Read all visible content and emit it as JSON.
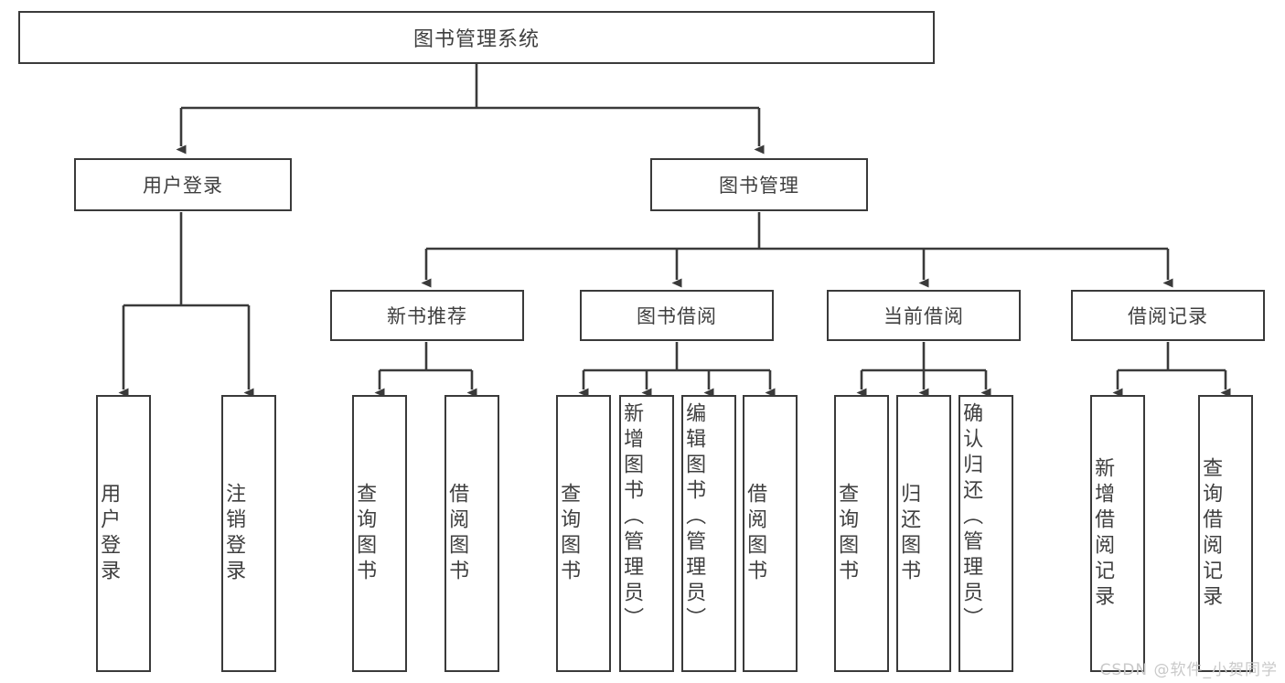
{
  "diagram": {
    "title": "图书管理系统",
    "type": "tree",
    "stroke_color": "#3a3a3a",
    "text_color": "#3f3f3f",
    "background": "#ffffff"
  },
  "nodes": {
    "root": {
      "label": "图书管理系统"
    },
    "level1": [
      {
        "id": "user-login",
        "label": "用户登录"
      },
      {
        "id": "book-manage",
        "label": "图书管理"
      }
    ],
    "level2": [
      {
        "id": "new-book-rec",
        "label": "新书推荐"
      },
      {
        "id": "book-borrow",
        "label": "图书借阅"
      },
      {
        "id": "current-borrow",
        "label": "当前借阅"
      },
      {
        "id": "borrow-record",
        "label": "借阅记录"
      }
    ],
    "leaves": {
      "user_login": [
        {
          "id": "leaf-user-login",
          "label": "用户登录"
        },
        {
          "id": "leaf-user-logout",
          "label": "注销登录"
        }
      ],
      "new_book_rec": [
        {
          "id": "leaf-query-book-1",
          "label": "查询图书"
        },
        {
          "id": "leaf-borrow-book-1",
          "label": "借阅图书"
        }
      ],
      "book_borrow": [
        {
          "id": "leaf-query-book-2",
          "label": "查询图书"
        },
        {
          "id": "leaf-add-book",
          "label": "新增图书（管理员）"
        },
        {
          "id": "leaf-edit-book",
          "label": "编辑图书（管理员）"
        },
        {
          "id": "leaf-borrow-book-2",
          "label": "借阅图书"
        }
      ],
      "current_borrow": [
        {
          "id": "leaf-query-book-3",
          "label": "查询图书"
        },
        {
          "id": "leaf-return-book",
          "label": "归还图书"
        },
        {
          "id": "leaf-confirm-return",
          "label": "确认归还（管理员）"
        }
      ],
      "borrow_record": [
        {
          "id": "leaf-add-record",
          "label": "新增借阅记录"
        },
        {
          "id": "leaf-query-record",
          "label": "查询借阅记录"
        }
      ]
    }
  },
  "watermark": {
    "text": "CSDN @软件_小贺同学"
  }
}
